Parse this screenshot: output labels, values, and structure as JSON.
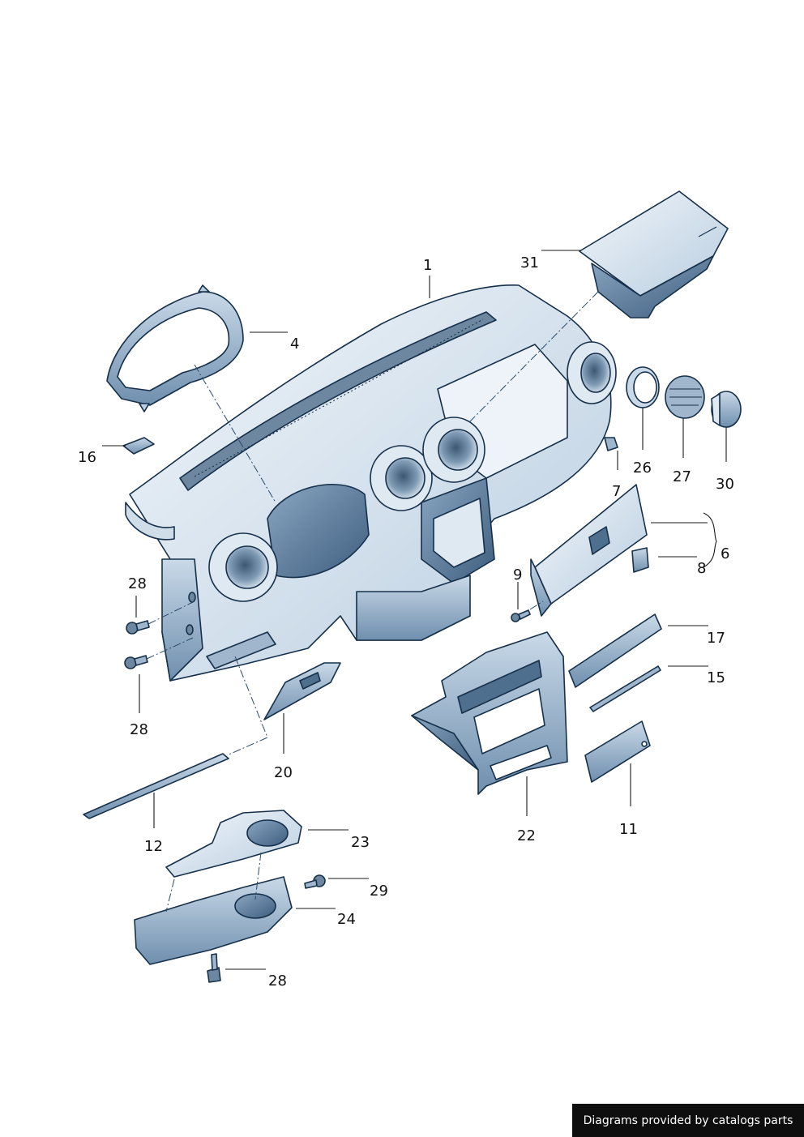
{
  "callouts": {
    "c1": "1",
    "c4": "4",
    "c6": "6",
    "c7": "7",
    "c8": "8",
    "c9": "9",
    "c11": "11",
    "c12": "12",
    "c15": "15",
    "c16": "16",
    "c17": "17",
    "c20": "20",
    "c22": "22",
    "c23": "23",
    "c24": "24",
    "c26": "26",
    "c27": "27",
    "c28a": "28",
    "c28b": "28",
    "c28c": "28",
    "c29": "29",
    "c30": "30",
    "c31": "31"
  },
  "footer": {
    "credit": "Diagrams provided by catalogs parts"
  },
  "colors": {
    "part_fill_light": "#dfe9f2",
    "part_fill_mid": "#a9c0d6",
    "part_fill_dark": "#4f6f8f",
    "outline": "#16304a"
  }
}
